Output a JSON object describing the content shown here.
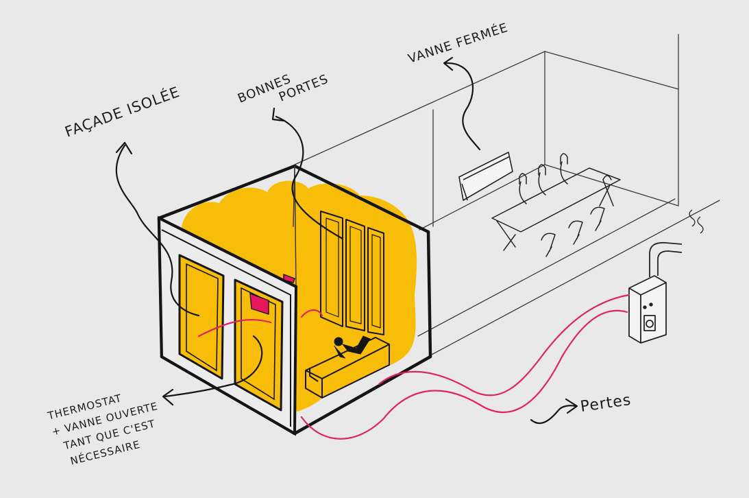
{
  "labels": {
    "facade": "FAÇADE ISOLÉE",
    "bonnes": "BONNES",
    "portes": "PORTES",
    "vanne_fermee": "VANNE FERMÉE",
    "pertes": "Pertes",
    "thermostat_lines": [
      "THERMOSTAT",
      "+ VANNE OUVERTE",
      "TANT QUE C'EST",
      "NÉCESSAIRE"
    ]
  },
  "colors": {
    "background": "#e9e9e9",
    "heated_zone": "#f8bd08",
    "loss_pipe": "#e0245e",
    "ink": "#1c1c1c",
    "thermostat": "#e8195a"
  }
}
